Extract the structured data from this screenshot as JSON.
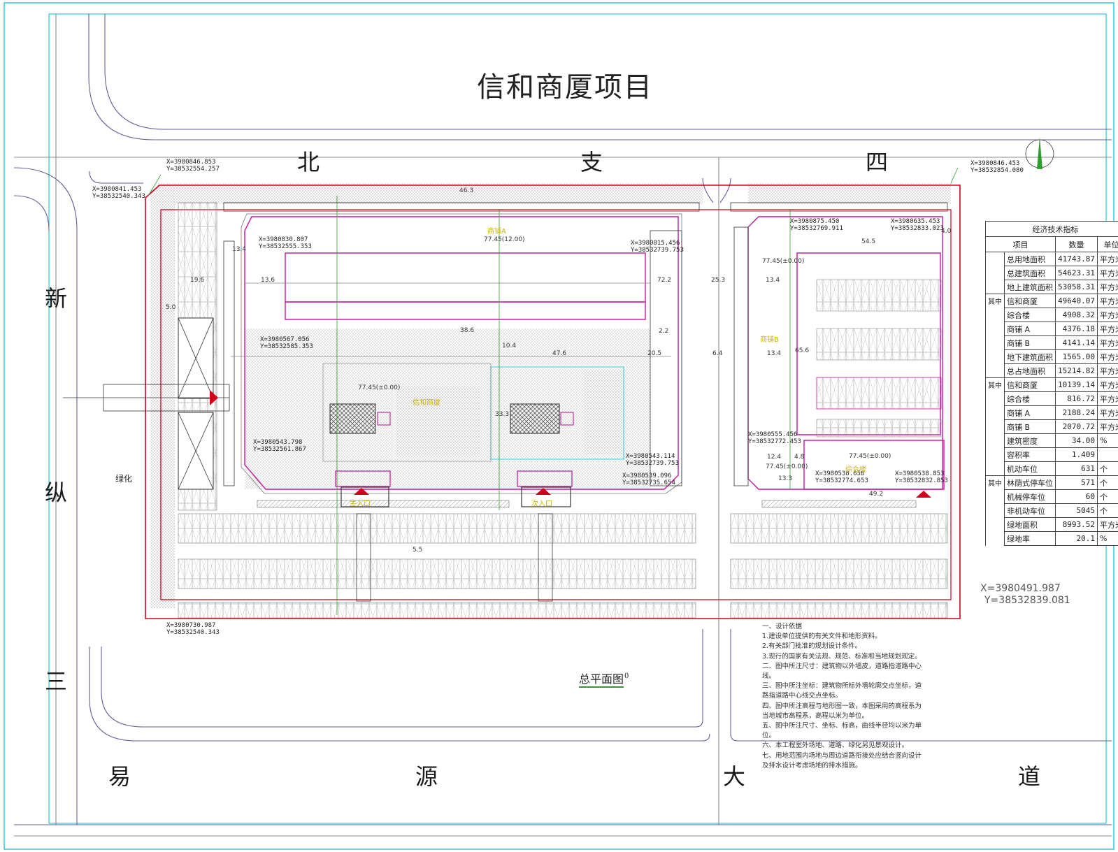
{
  "title": "信和商厦项目",
  "roads": {
    "north": [
      "北",
      "支",
      "四"
    ],
    "west": [
      "新",
      "纵",
      "三"
    ],
    "south": [
      "易",
      "源",
      "大",
      "道"
    ]
  },
  "plan_caption": "总平面图",
  "plan_caption_suffix": "0",
  "green_label": "绿化",
  "coords": {
    "nw_top": [
      "X=3980846.853",
      "Y=38532554.257"
    ],
    "nw_left": [
      "X=3980841.453",
      "Y=38532540.343"
    ],
    "ne_top": [
      "X=3980846.453",
      "Y=38532854.080"
    ],
    "se_corner": [
      "X=3980491.987",
      "Y=38532839.081"
    ],
    "sw_corner": [
      "X=3980730.987",
      "Y=38532540.343"
    ],
    "a1": [
      "X=3980830.807",
      "Y=38532555.353"
    ],
    "a2": [
      "X=3980815.456",
      "Y=38532739.753"
    ],
    "a3": [
      "X=3980567.056",
      "Y=38532585.353"
    ],
    "a4": [
      "X=3980543.798",
      "Y=38532561.867"
    ],
    "a5": [
      "X=3980543.114",
      "Y=38532739.753"
    ],
    "a6": [
      "X=3980539.096",
      "Y=38532735.654"
    ],
    "b1": [
      "X=3980875.450",
      "Y=38532769.911"
    ],
    "b2": [
      "X=3980635.453",
      "Y=38532833.023"
    ],
    "b3": [
      "X=3980555.456",
      "Y=38532772.453"
    ],
    "b4": [
      "X=3980538.656",
      "Y=38532774.653"
    ],
    "b5": [
      "X=3980538.853",
      "Y=38532832.853"
    ]
  },
  "elevations": [
    "77.45(12.00)",
    "77.45(±0.00)",
    "77.45(±0.00)",
    "77.45(±0.00)",
    "77.45(±0.00)"
  ],
  "dimensions": [
    "46.3",
    "19.6",
    "13.4",
    "13.6",
    "72.2",
    "38.6",
    "47.6",
    "20.5",
    "2.2",
    "6.4",
    "54.5",
    "13.4",
    "65.6",
    "13.4",
    "12.4",
    "4.8",
    "13.3",
    "49.2",
    "5.0",
    "5.5",
    "4.0",
    "25.3",
    "33.3",
    "10.4"
  ],
  "building_labels": [
    "商铺A",
    "商铺B",
    "综合楼",
    "信和商厦",
    "主入口",
    "次入口"
  ],
  "econ_table": {
    "title": "经济技术指标",
    "headers": [
      "项目",
      "数量",
      "单位"
    ],
    "rows": [
      {
        "group": "",
        "label": "总用地面积",
        "value": "41743.87",
        "unit": "平方米"
      },
      {
        "group": "",
        "label": "总建筑面积",
        "value": "54623.31",
        "unit": "平方米"
      },
      {
        "group": "",
        "label": "地上建筑面积",
        "value": "53058.31",
        "unit": "平方米"
      },
      {
        "group": "其中",
        "label": "信和商厦",
        "value": "49640.07",
        "unit": "平方米"
      },
      {
        "group": "",
        "label": "综合楼",
        "value": "4908.32",
        "unit": "平方米"
      },
      {
        "group": "",
        "label": "商铺 A",
        "value": "4376.18",
        "unit": "平方米"
      },
      {
        "group": "",
        "label": "商铺 B",
        "value": "4141.14",
        "unit": "平方米"
      },
      {
        "group": "",
        "label": "地下建筑面积",
        "value": "1565.00",
        "unit": "平方米"
      },
      {
        "group": "",
        "label": "总占地面积",
        "value": "15214.82",
        "unit": "平方米"
      },
      {
        "group": "其中",
        "label": "信和商厦",
        "value": "10139.14",
        "unit": "平方米"
      },
      {
        "group": "",
        "label": "综合楼",
        "value": "816.72",
        "unit": "平方米"
      },
      {
        "group": "",
        "label": "商铺 A",
        "value": "2188.24",
        "unit": "平方米"
      },
      {
        "group": "",
        "label": "商铺 B",
        "value": "2070.72",
        "unit": "平方米"
      },
      {
        "group": "",
        "label": "建筑密度",
        "value": "34.00",
        "unit": "%"
      },
      {
        "group": "",
        "label": "容积率",
        "value": "1.409",
        "unit": ""
      },
      {
        "group": "",
        "label": "机动车位",
        "value": "631",
        "unit": "个"
      },
      {
        "group": "其中",
        "label": "林荫式停车位",
        "value": "571",
        "unit": "个"
      },
      {
        "group": "",
        "label": "机械停车位",
        "value": "60",
        "unit": "个"
      },
      {
        "group": "",
        "label": "非机动车位",
        "value": "5045",
        "unit": "个"
      },
      {
        "group": "",
        "label": "绿地面积",
        "value": "8993.52",
        "unit": "平方米"
      },
      {
        "group": "",
        "label": "绿地率",
        "value": "20.1",
        "unit": "%"
      }
    ]
  },
  "notes": [
    "一、设计依据",
    "1.建设单位提供的有关文件和地形资料。",
    "2.有关部门批准的规划设计条件。",
    "3.现行的国家有关法规、规范、标准和当地规划规定。",
    "二、图中所注尺寸：建筑物以外墙皮，道路指道路中心线。",
    "三、图中所注坐标：建筑物所标外墙轮廓交点坐标，道路指道路中心线交点坐标。",
    "四、图中所注高程与地形图一致，本图采用的高程系为当地城市高程系，高程以米为单位。",
    "五、图中所注尺寸、坐标、标高，曲线半径均以米为单位。",
    "六、本工程室外场地、道路、绿化另见景观设计。",
    "七、用地范围内场地与周边道路衔接处应结合竖向设计及排水设计考虑场地的排水措施。"
  ],
  "colors": {
    "boundary": "#d0021b",
    "building": "#c2189c",
    "frame": "#00bcd4",
    "road": "#6b5b95",
    "leader": "#2e9e2e",
    "label": "#c8b600"
  }
}
